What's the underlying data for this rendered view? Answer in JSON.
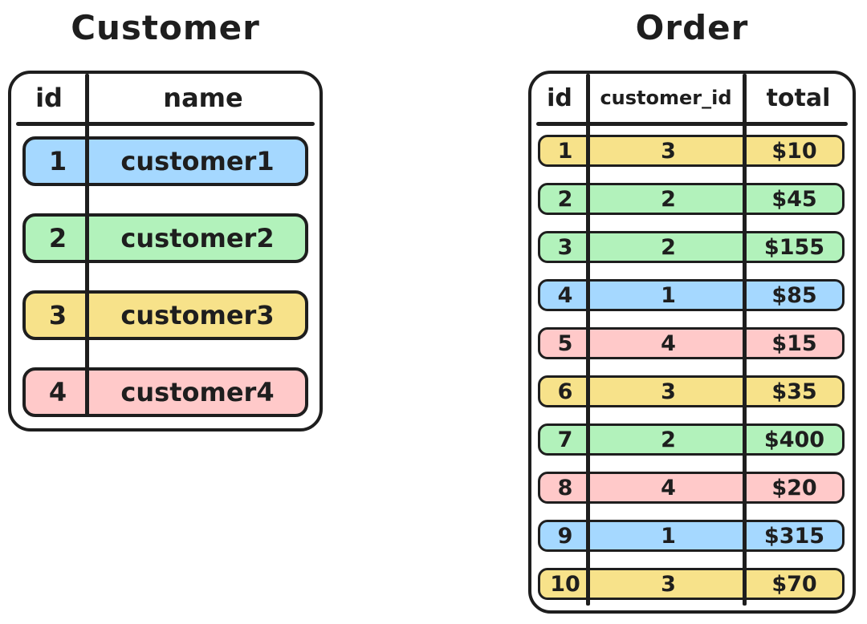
{
  "colors": {
    "stroke": "#1e1e1e",
    "blue": "#a5d8ff",
    "green": "#b2f2bb",
    "yellow": "#f7e28a",
    "pink": "#ffc9c9"
  },
  "tables": [
    {
      "title": "Customer",
      "columns": [
        "id",
        "name"
      ],
      "rows": [
        {
          "color": "blue",
          "cells": [
            "1",
            "customer1"
          ]
        },
        {
          "color": "green",
          "cells": [
            "2",
            "customer2"
          ]
        },
        {
          "color": "yellow",
          "cells": [
            "3",
            "customer3"
          ]
        },
        {
          "color": "pink",
          "cells": [
            "4",
            "customer4"
          ]
        }
      ]
    },
    {
      "title": "Order",
      "columns": [
        "id",
        "customer_id",
        "total"
      ],
      "rows": [
        {
          "color": "yellow",
          "cells": [
            "1",
            "3",
            "$10"
          ]
        },
        {
          "color": "green",
          "cells": [
            "2",
            "2",
            "$45"
          ]
        },
        {
          "color": "green",
          "cells": [
            "3",
            "2",
            "$155"
          ]
        },
        {
          "color": "blue",
          "cells": [
            "4",
            "1",
            "$85"
          ]
        },
        {
          "color": "pink",
          "cells": [
            "5",
            "4",
            "$15"
          ]
        },
        {
          "color": "yellow",
          "cells": [
            "6",
            "3",
            "$35"
          ]
        },
        {
          "color": "green",
          "cells": [
            "7",
            "2",
            "$400"
          ]
        },
        {
          "color": "pink",
          "cells": [
            "8",
            "4",
            "$20"
          ]
        },
        {
          "color": "blue",
          "cells": [
            "9",
            "1",
            "$315"
          ]
        },
        {
          "color": "yellow",
          "cells": [
            "10",
            "3",
            "$70"
          ]
        }
      ]
    }
  ]
}
